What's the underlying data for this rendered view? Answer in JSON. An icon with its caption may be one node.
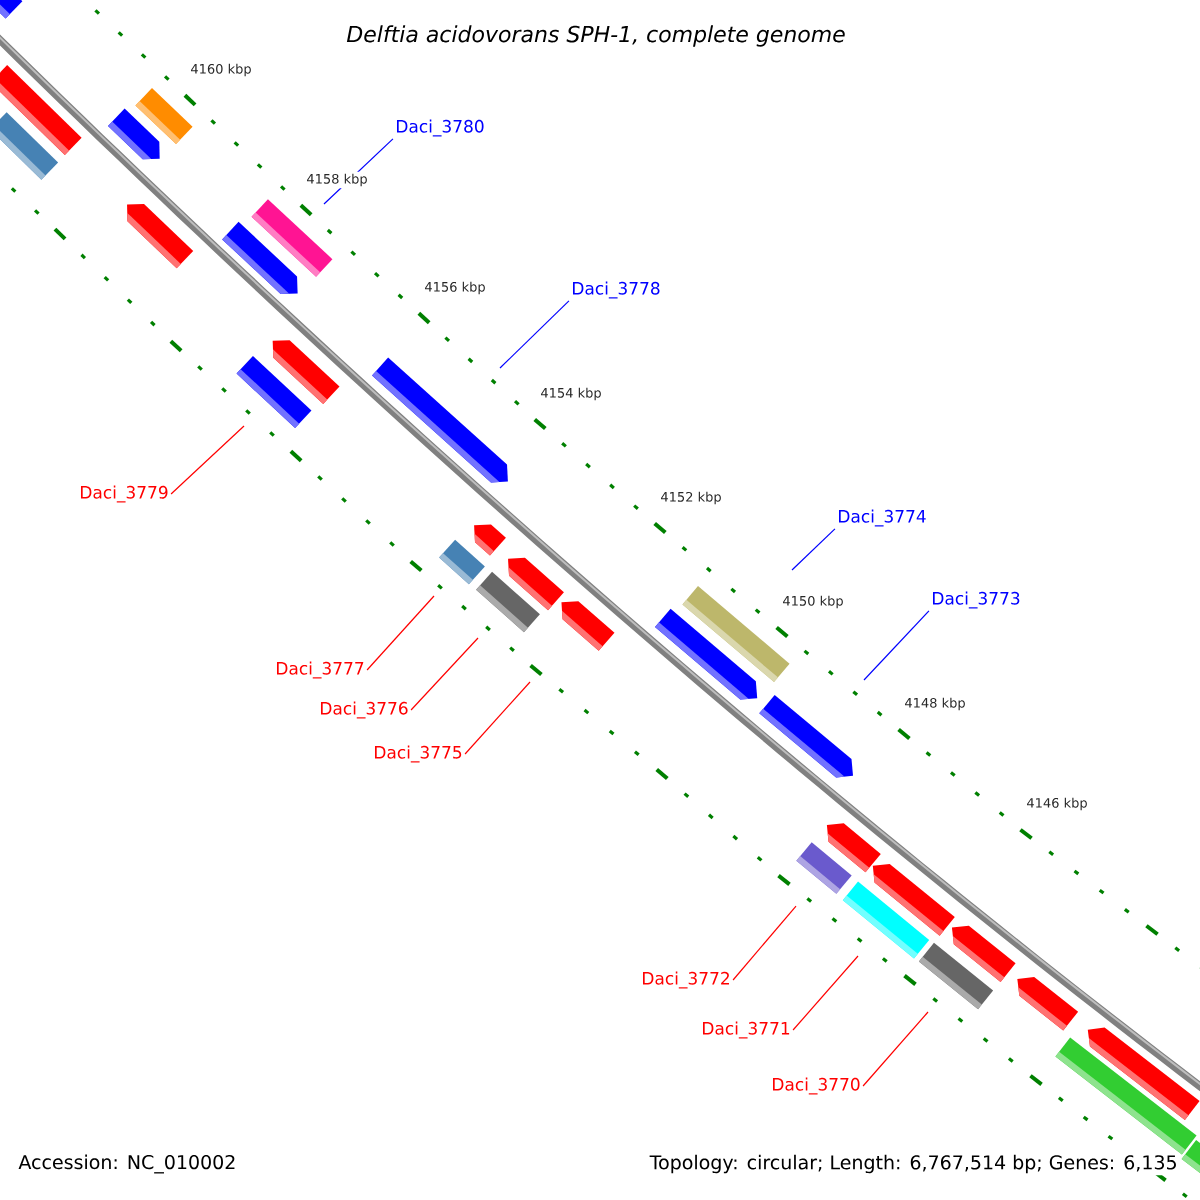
{
  "diagram": {
    "title": "Delftia acidovorans SPH-1, complete genome",
    "nodes": [
      {
        "text": [
          "Daci_3780"
        ]
      },
      {
        "text": [
          "Daci_3778"
        ]
      },
      {
        "text": [
          "Daci_3779"
        ]
      },
      {
        "text": [
          "Daci_3774"
        ]
      },
      {
        "text": [
          "Daci_3773"
        ]
      },
      {
        "text": [
          "Daci_3777"
        ]
      },
      {
        "text": [
          "Daci_3776"
        ]
      },
      {
        "text": [
          "Daci_3775"
        ]
      },
      {
        "text": [
          "Daci_3772"
        ]
      },
      {
        "text": [
          "Daci_3771"
        ]
      },
      {
        "text": [
          "Daci_3770"
        ]
      }
    ],
    "edges": [
      {
        "from": 0,
        "to": null,
        "arrow": "none",
        "color": "#0000ff"
      },
      {
        "from": 1,
        "to": null,
        "arrow": "none",
        "color": "#0000ff"
      },
      {
        "from": 2,
        "to": null,
        "arrow": "none"
      },
      {
        "from": 3,
        "to": null,
        "arrow": "none",
        "color": "#0000ff"
      },
      {
        "from": 4,
        "to": null,
        "arrow": "none",
        "color": "#0000ff"
      },
      {
        "from": 5,
        "to": null,
        "arrow": "none"
      },
      {
        "from": 6,
        "to": null,
        "arrow": "none"
      },
      {
        "from": 7,
        "to": null,
        "arrow": "none"
      },
      {
        "from": 8,
        "to": null,
        "arrow": "none"
      },
      {
        "from": 9,
        "to": null,
        "arrow": "none"
      },
      {
        "from": 10,
        "to": null,
        "arrow": "none"
      }
    ],
    "labels": [
      "4160 kbp",
      "4158 kbp",
      "4156 kbp",
      "4154 kbp",
      "4152 kbp",
      "4150 kbp",
      "4148 kbp",
      "4146 kbp",
      "Accession: NC_010002",
      "Topology: circular; Length: 6,767,514 bp; Genes: 6,135"
    ]
  }
}
